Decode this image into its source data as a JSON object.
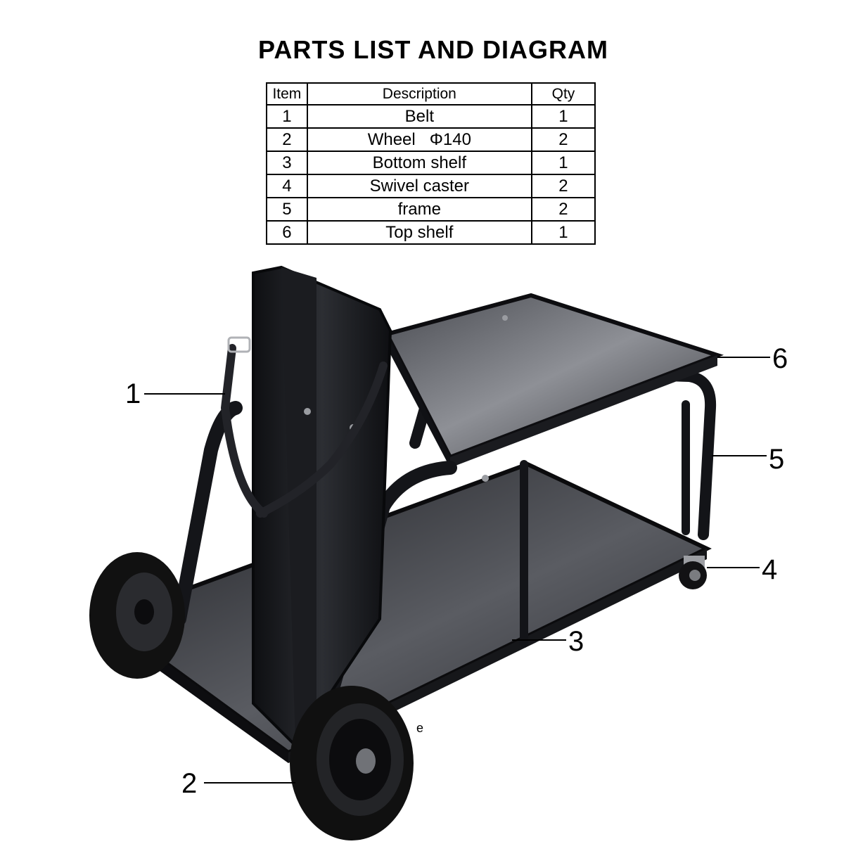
{
  "title": "PARTS LIST AND DIAGRAM",
  "table": {
    "headers": [
      "Item",
      "Description",
      "Qty"
    ],
    "rows": [
      {
        "item": "1",
        "description": "Belt",
        "qty": "1"
      },
      {
        "item": "2",
        "description": "Wheel   Φ140",
        "qty": "2"
      },
      {
        "item": "3",
        "description": "Bottom shelf",
        "qty": "1"
      },
      {
        "item": "4",
        "description": "Swivel caster",
        "qty": "2"
      },
      {
        "item": "5",
        "description": "frame",
        "qty": "2"
      },
      {
        "item": "6",
        "description": "Top shelf",
        "qty": "1"
      }
    ]
  },
  "callouts": [
    "1",
    "2",
    "3",
    "4",
    "5",
    "6"
  ],
  "stray_mark": "e",
  "colors": {
    "metal": "#15161a",
    "metal_highlight": "#3a3c42",
    "tire": "#111111"
  }
}
